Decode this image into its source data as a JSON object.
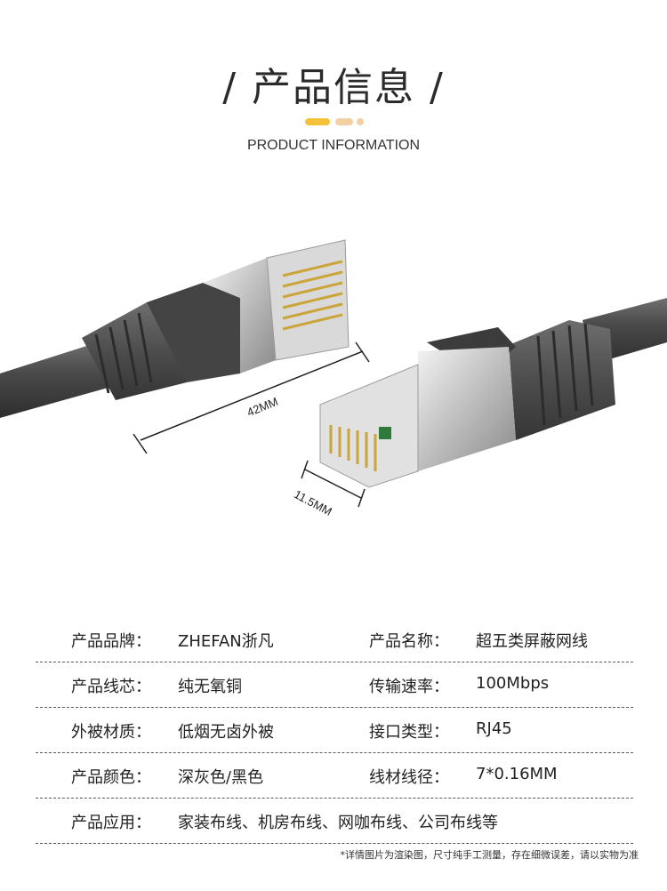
{
  "header": {
    "title": "/ 产品信息 /",
    "subtitle": "PRODUCT INFORMATION",
    "accent_colors": [
      "#f3c23a",
      "#f4cfa5",
      "#f4cfa5"
    ]
  },
  "product_image": {
    "icons": [
      "rj45-cable-left",
      "rj45-cable-right"
    ],
    "dimension_length": "42MM",
    "dimension_width": "11.5MM"
  },
  "specs": {
    "rows": [
      {
        "k1": "产品品牌：",
        "v1": "ZHEFAN浙凡",
        "k2": "产品名称：",
        "v2": "超五类屏蔽网线"
      },
      {
        "k1": "产品线芯：",
        "v1": "纯无氧铜",
        "k2": "传输速率：",
        "v2": "100Mbps"
      },
      {
        "k1": "外被材质：",
        "v1": "低烟无卤外被",
        "k2": "接口类型：",
        "v2": "RJ45"
      },
      {
        "k1": "产品颜色：",
        "v1": "深灰色/黑色",
        "k2": "线材线径：",
        "v2": "7*0.16MM"
      },
      {
        "k1": "产品应用：",
        "v1": "家装布线、机房布线、网咖布线、公司布线等",
        "k2": "",
        "v2": ""
      }
    ]
  },
  "footnote": "*详情图片为渲染图，尺寸纯手工测量，存在细微误差，请以实物为准"
}
